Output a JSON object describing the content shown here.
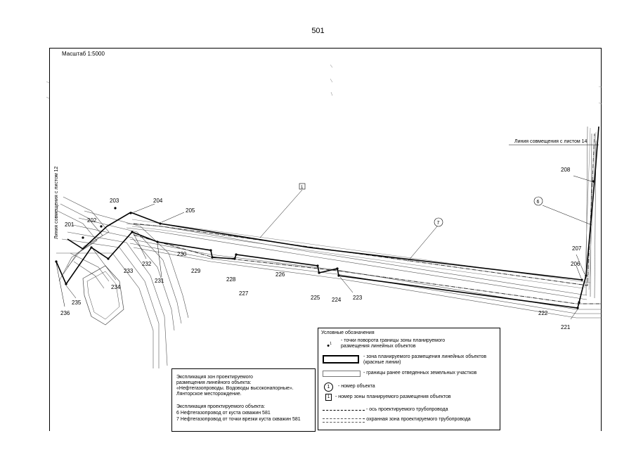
{
  "page_number": "501",
  "scale": "Масштаб 1:5000",
  "combine_line_right": "Линия совмещения с листом 14",
  "combine_line_left": "Линия совмещения с листом 12",
  "point_labels": {
    "p201": "201",
    "p202": "202",
    "p203": "203",
    "p204": "204",
    "p205": "205",
    "p206": "206",
    "p207": "207",
    "p208": "208",
    "p221": "221",
    "p222": "222",
    "p223": "223",
    "p224": "224",
    "p225": "225",
    "p226": "226",
    "p227": "227",
    "p228": "228",
    "p229": "229",
    "p230": "230",
    "p231": "231",
    "p232": "232",
    "p233": "233",
    "p234": "234",
    "p235": "235",
    "p236": "236"
  },
  "object_callouts": {
    "obj6": "6",
    "obj7": "7",
    "zone1": "1"
  },
  "legend": {
    "title": "Условные обозначения",
    "turn_point_text": "- точки поворота границы зоны планируемого размещения линейных объектов",
    "turn_point_sym": "1",
    "zone_text": "- зона планируемого размещения линейных объектов (красные линии)",
    "boundaries_text": "- границы ранее отведенных земельных участков",
    "obj_num_sym": "1",
    "obj_num_text": "- номер  объекта",
    "zone_num_sym": "1",
    "zone_num_text": "- номер зоны планируемого размещения объектов",
    "axis_text": "- ось проектируемого трубопровода",
    "protect_text": "- охранная зона проектируемого трубопровода"
  },
  "explication": {
    "line1": "Экспликация зон проектируемого",
    "line2": "размещения линейного объекта:",
    "line3": "«Нефтегазопроводы. Водоводы высоконапорные».",
    "line4": "Лянторское месторождение.",
    "line5": "Экспликация проектируемого объекта:",
    "item6": "6    Нефтегазопровод от куста скважин 581",
    "item7": "7    Нефтегазопровод от точки врезки куста скважин 581"
  }
}
